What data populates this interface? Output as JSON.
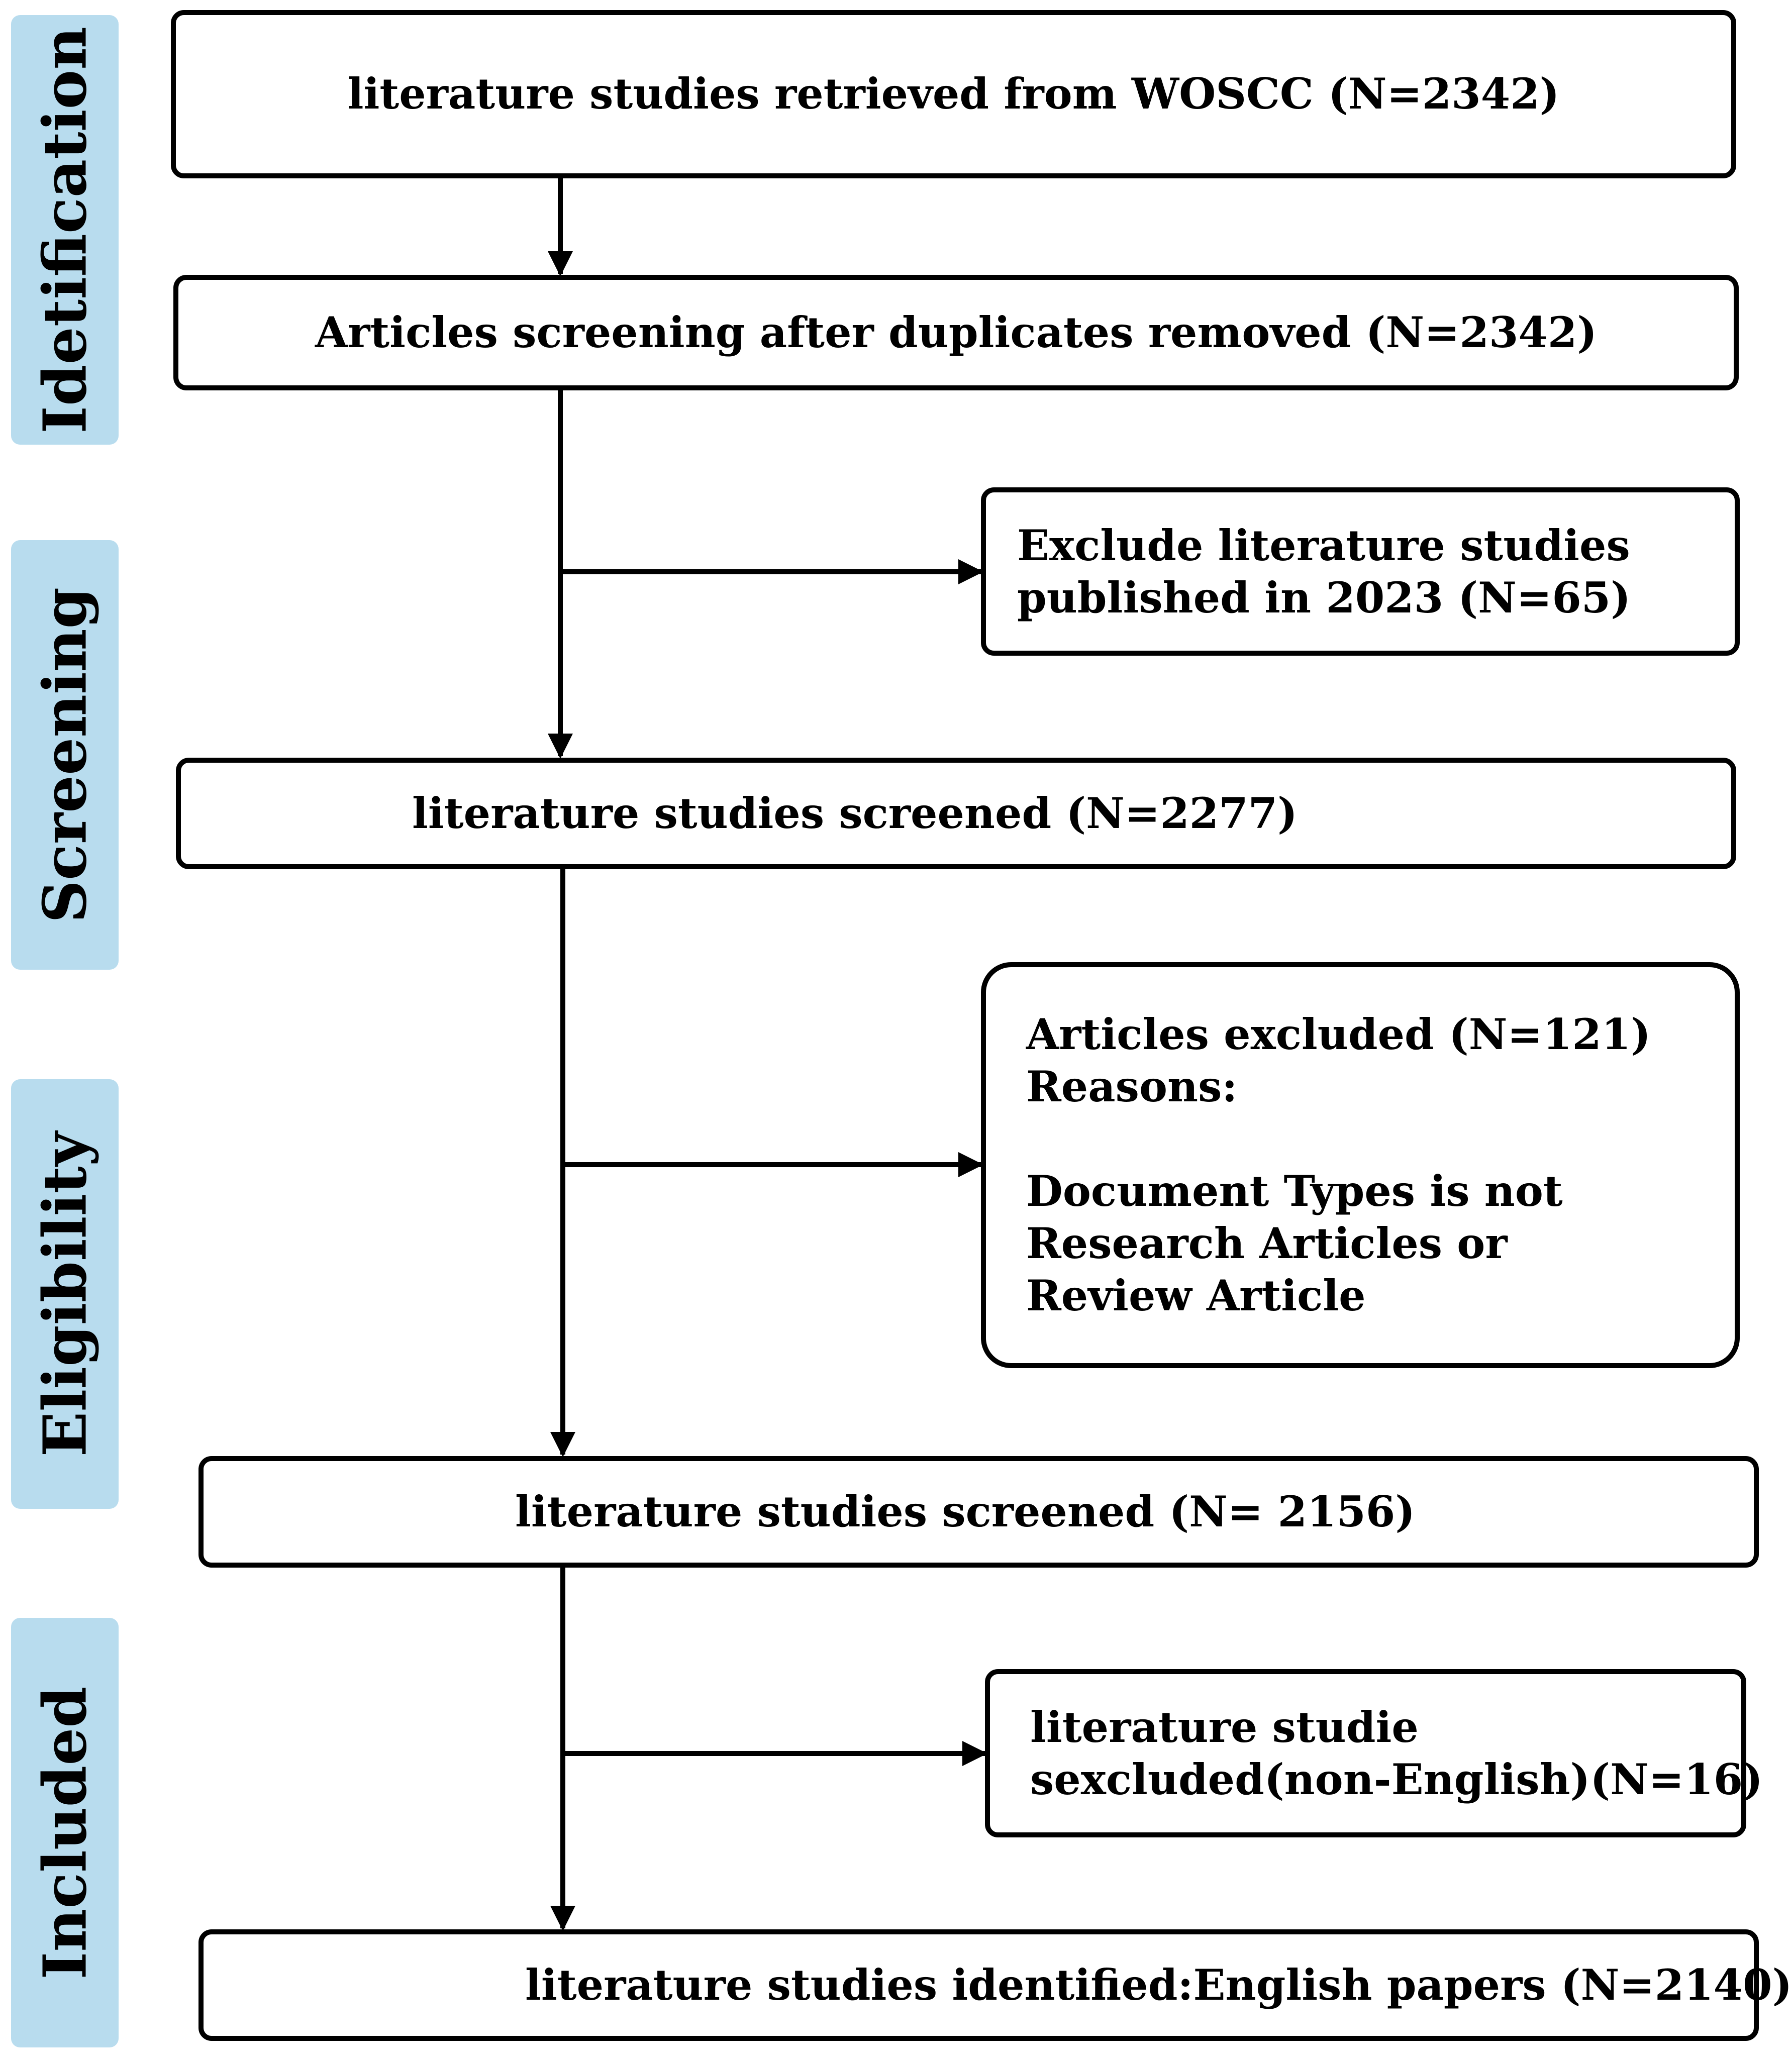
{
  "stages": {
    "identification": "Idetification",
    "screening": "Screening",
    "eligibility": "Eligibility",
    "included": "Included"
  },
  "boxes": {
    "retrieved": "literature studies retrieved from WOSCC (N=2342)",
    "after_duplicates": "Articles screening after duplicates removed (N=2342)",
    "exclude_2023": {
      "line1": "Exclude literature studies",
      "line2": "published in 2023 (N=65)"
    },
    "screened_2277": "literature studies screened (N=2277)",
    "articles_excluded": {
      "line1": "Articles excluded (N=121)",
      "line2": "Reasons:",
      "line3": "Document Types is not",
      "line4": "Research Articles or",
      "line5": "Review Article"
    },
    "screened_2156": "literature studies screened (N= 2156)",
    "non_english": {
      "line1": "literature studie",
      "line2": "sexcluded(non-English)(N=16)"
    },
    "identified": "literature studies identified:English papers (N=2140)"
  },
  "colors": {
    "stage_fill": "#b8dcee",
    "line": "#000000"
  }
}
